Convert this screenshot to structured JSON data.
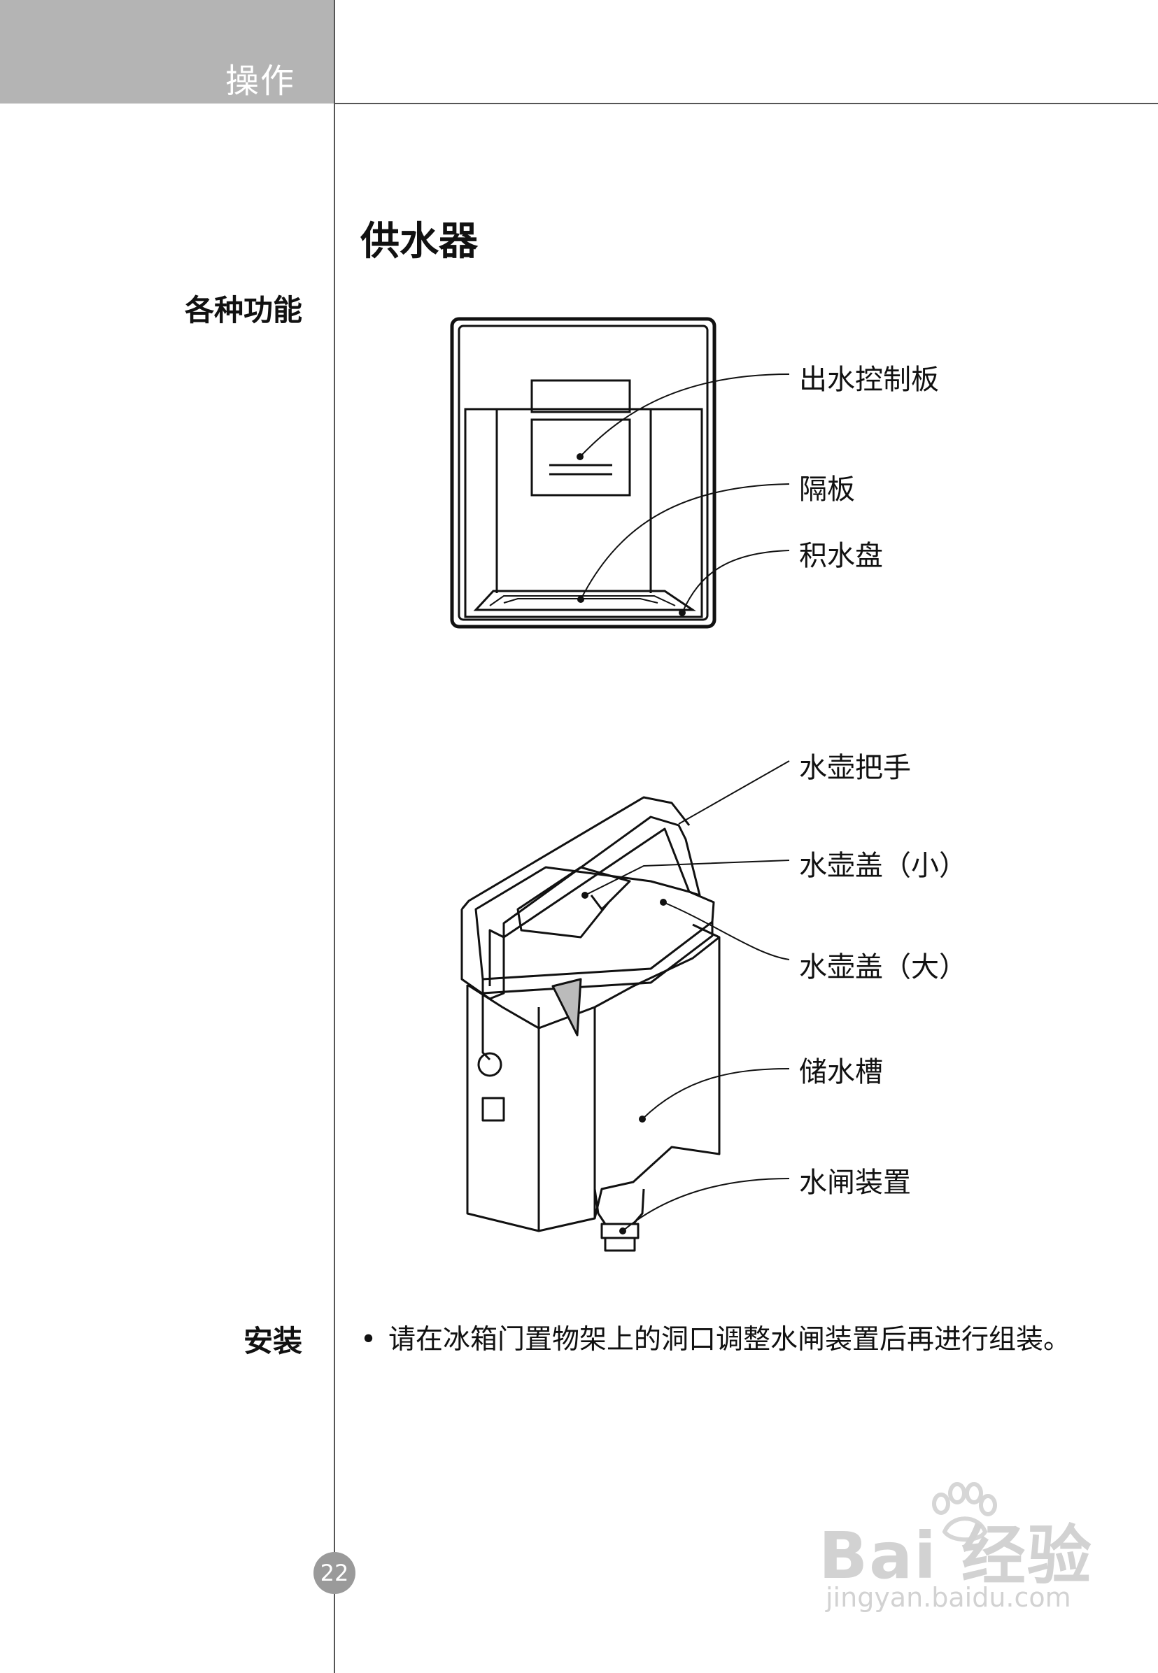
{
  "header": {
    "section": "操作",
    "page_number": "22"
  },
  "page_title": "供水器",
  "side_labels": {
    "features": "各种功能",
    "installation": "安装"
  },
  "diagram_dispenser": {
    "labels": {
      "control_panel": "出水控制板",
      "divider": "隔板",
      "drip_tray": "积水盘"
    }
  },
  "diagram_tank": {
    "labels": {
      "handle": "水壶把手",
      "lid_small": "水壶盖（小）",
      "lid_large": "水壶盖（大）",
      "tank": "储水槽",
      "valve": "水闸装置"
    }
  },
  "installation": {
    "bullet": "•",
    "text": "请在冰箱门置物架上的洞口调整水闸装置后再进行组装。"
  },
  "watermark": {
    "logo": "Bai 经验",
    "url": "jingyan.baidu.com"
  }
}
